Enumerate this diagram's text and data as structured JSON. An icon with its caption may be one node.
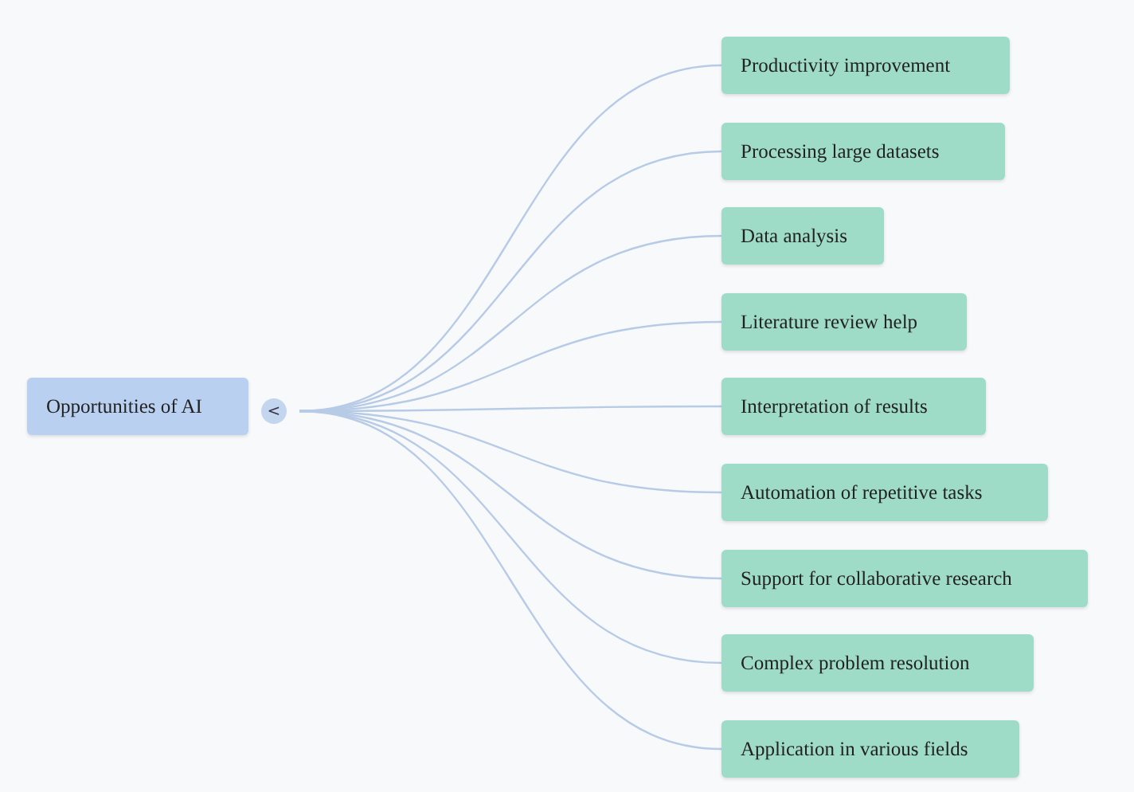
{
  "diagram": {
    "nodes": [
      {
        "text": [
          "Opportunities of AI"
        ]
      },
      {
        "text": [
          "<"
        ]
      },
      {
        "text": [
          "Productivity improvement"
        ]
      },
      {
        "text": [
          "Processing large datasets"
        ]
      },
      {
        "text": [
          "Data analysis"
        ]
      },
      {
        "text": [
          "Literature review help"
        ]
      },
      {
        "text": [
          "Interpretation of results"
        ]
      },
      {
        "text": [
          "Automation of repetitive tasks"
        ]
      },
      {
        "text": [
          "Support for collaborative research"
        ]
      },
      {
        "text": [
          "Complex problem resolution"
        ]
      },
      {
        "text": [
          "Application in various fields"
        ]
      }
    ],
    "edges": [
      {
        "from": 1,
        "to": 2,
        "arrow": "none"
      },
      {
        "from": 1,
        "to": 3,
        "arrow": "none"
      },
      {
        "from": 1,
        "to": 4,
        "arrow": "none"
      },
      {
        "from": 1,
        "to": 5,
        "arrow": "none"
      },
      {
        "from": 1,
        "to": 6,
        "arrow": "none"
      },
      {
        "from": 1,
        "to": 7,
        "arrow": "none"
      },
      {
        "from": 1,
        "to": 8,
        "arrow": "none"
      },
      {
        "from": 1,
        "to": 9,
        "arrow": "none"
      },
      {
        "from": 1,
        "to": 10,
        "arrow": "none"
      }
    ]
  }
}
